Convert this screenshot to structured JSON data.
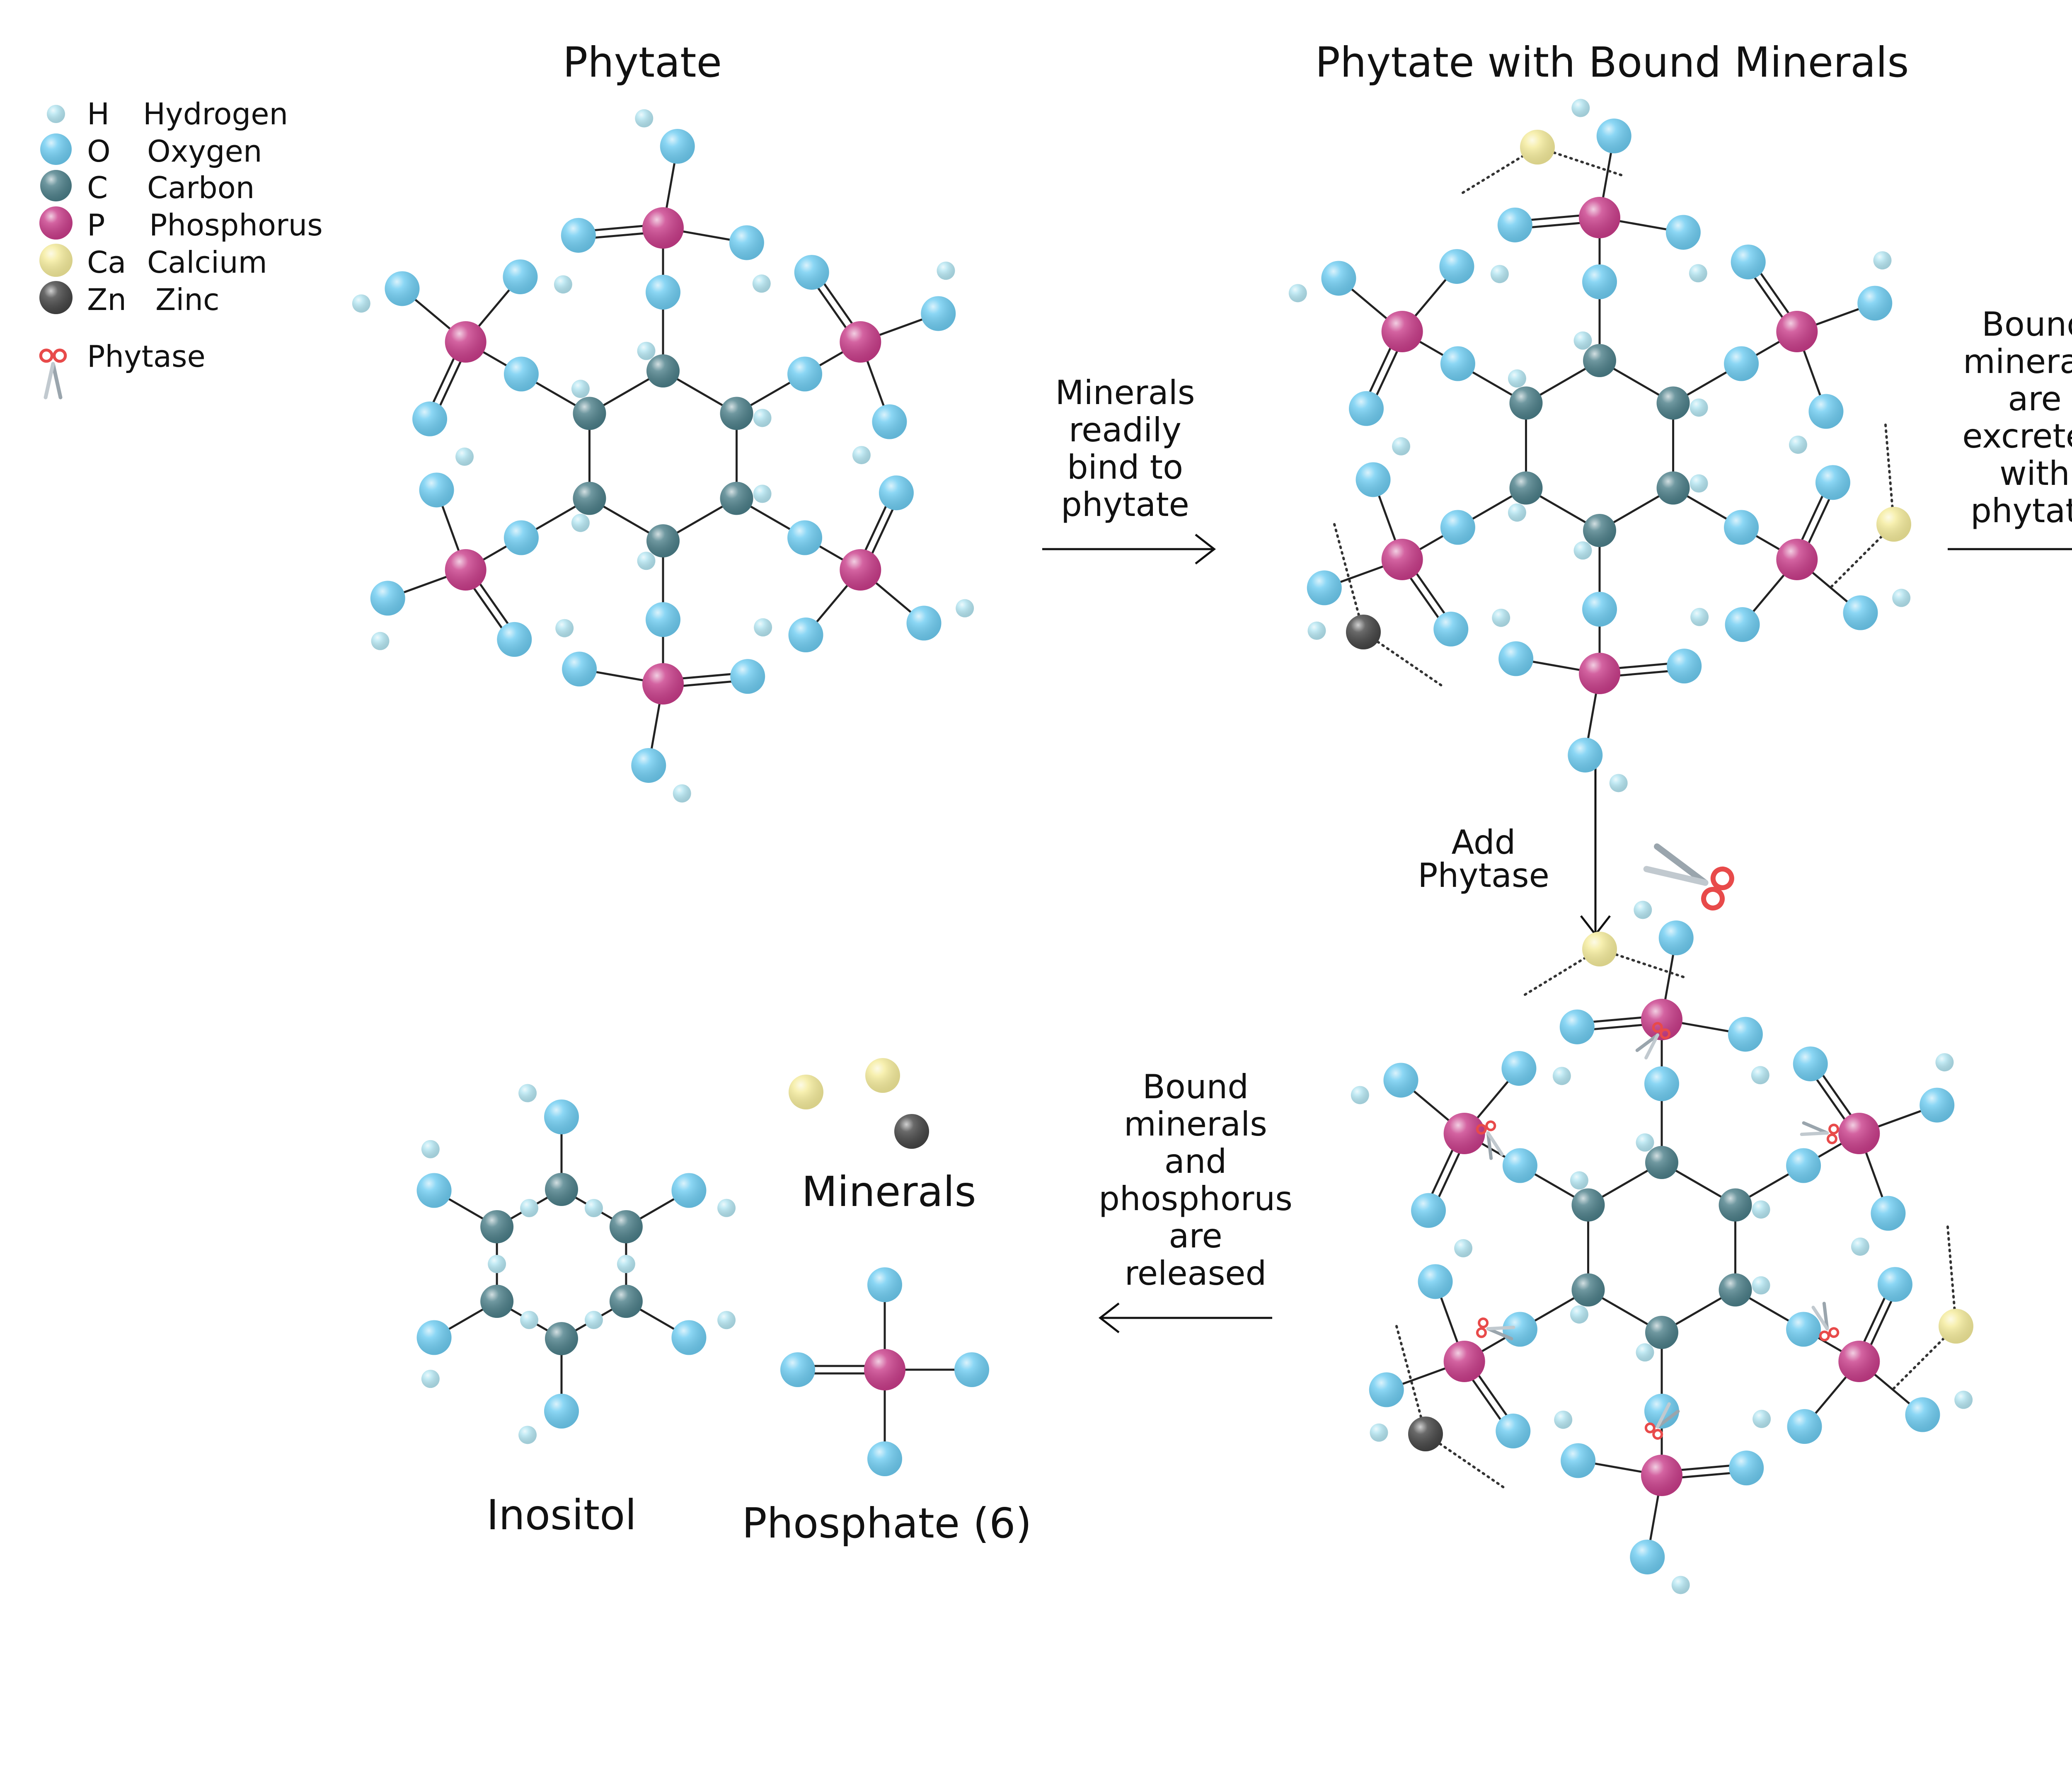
{
  "legend": {
    "items": [
      {
        "symbol": "H",
        "name": "Hydrogen",
        "atom": "H"
      },
      {
        "symbol": "O",
        "name": "Oxygen",
        "atom": "O"
      },
      {
        "symbol": "C",
        "name": "Carbon",
        "atom": "C"
      },
      {
        "symbol": "P",
        "name": "Phosphorus",
        "atom": "P"
      },
      {
        "symbol": "Ca",
        "name": "Calcium",
        "atom": "Ca"
      },
      {
        "symbol": "Zn",
        "name": "Zinc",
        "atom": "Zn"
      }
    ],
    "phytase_label": "Phytase",
    "phytase_icon": "scissors-icon"
  },
  "atom_colors": {
    "H": "#b5e6f2",
    "O": "#6fcdf2",
    "C": "#4c7f89",
    "P": "#c93d8a",
    "Ca": "#f5ec9c",
    "Zn": "#454545"
  },
  "titles": {
    "phytate": "Phytate",
    "bound": "Phytate with Bound Minerals"
  },
  "steps": {
    "bind": [
      "Minerals",
      "readily",
      "bind to",
      "phytate"
    ],
    "excrete": [
      "Bound",
      "minerals",
      "are",
      "excreted",
      "with",
      "phytate"
    ],
    "add": [
      "Add",
      "Phytase"
    ],
    "release": [
      "Bound",
      "minerals",
      "and",
      "phosphorus",
      "are",
      "released"
    ]
  },
  "products": {
    "inositol": "Inositol",
    "minerals": "Minerals",
    "phosphate": "Phosphate (6)"
  }
}
